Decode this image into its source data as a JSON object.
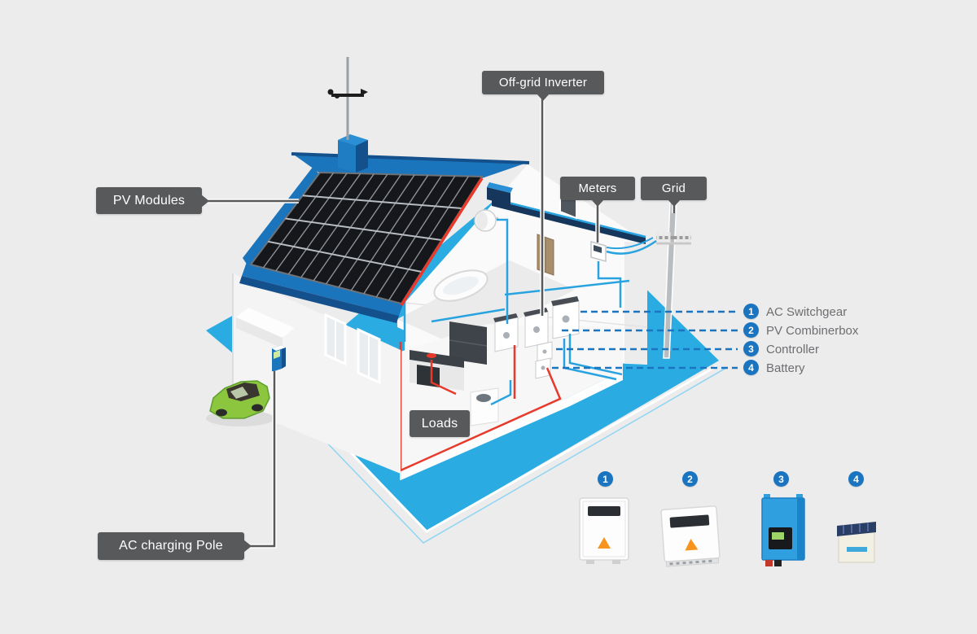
{
  "callouts": {
    "pv_modules": "PV Modules",
    "off_grid_inverter": "Off-grid Inverter",
    "meters": "Meters",
    "grid": "Grid",
    "loads": "Loads",
    "ac_charging_pole": "AC charging Pole"
  },
  "legend": {
    "items": [
      {
        "number": "1",
        "label": "AC Switchgear"
      },
      {
        "number": "2",
        "label": "PV Combinerbox"
      },
      {
        "number": "3",
        "label": "Controller"
      },
      {
        "number": "4",
        "label": "Battery"
      }
    ]
  },
  "products": [
    {
      "number": "1"
    },
    {
      "number": "2"
    },
    {
      "number": "3"
    },
    {
      "number": "4"
    }
  ],
  "colors": {
    "background": "#ececec",
    "callout_bg": "#58595b",
    "accent_blue": "#1b74c0",
    "roof_blue": "#1b75bc",
    "roof_dark_blue": "#14508c",
    "ground_cyan": "#2aace3",
    "wire_red": "#e8392b",
    "wire_blue": "#29a3e0",
    "legend_text": "#6d6e71",
    "panel_black": "#15171a"
  }
}
